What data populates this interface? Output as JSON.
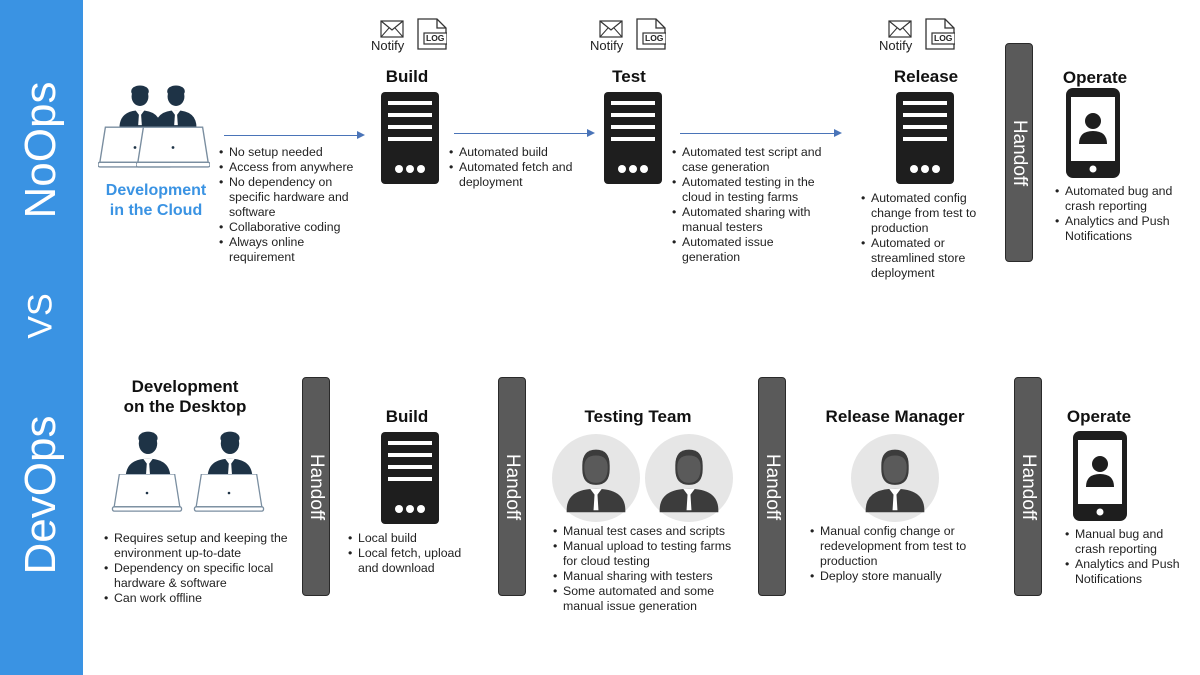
{
  "side_labels": {
    "top": "NoOps",
    "middle": "VS",
    "bottom": "DevOps"
  },
  "icons": {
    "notify_label": "Notify",
    "log_label": "LOG"
  },
  "noops": {
    "dev": {
      "title_line1": "Development",
      "title_line2": "in the Cloud",
      "bullets": [
        "No setup needed",
        "Access from anywhere",
        "No dependency on specific hardware and software",
        "Collaborative coding",
        "Always online requirement"
      ]
    },
    "build": {
      "title": "Build",
      "bullets": [
        "Automated build",
        "Automated fetch and deployment"
      ]
    },
    "test": {
      "title": "Test",
      "bullets": [
        "Automated test script and case generation",
        "Automated testing in the cloud in testing farms",
        "Automated sharing with manual testers",
        "Automated issue generation"
      ]
    },
    "release": {
      "title": "Release",
      "bullets": [
        "Automated config change from test to production",
        "Automated or streamlined store deployment"
      ]
    },
    "handoff": "Handoff",
    "operate": {
      "title": "Operate",
      "bullets": [
        "Automated bug and crash reporting",
        "Analytics and Push Notifications"
      ]
    }
  },
  "devops": {
    "dev": {
      "title_line1": "Development",
      "title_line2": "on the Desktop",
      "bullets": [
        "Requires setup and keeping the environment up-to-date",
        "Dependency on specific local hardware & software",
        "Can work offline"
      ]
    },
    "handoff": "Handoff",
    "build": {
      "title": "Build",
      "bullets": [
        "Local build",
        "Local fetch, upload and download"
      ]
    },
    "testing": {
      "title": "Testing Team",
      "bullets": [
        "Manual test cases and scripts",
        "Manual upload to testing farms for cloud testing",
        "Manual sharing with testers",
        "Some automated and some manual issue generation"
      ]
    },
    "release": {
      "title": "Release Manager",
      "bullets": [
        "Manual config change or redevelopment from test to production",
        "Deploy store manually"
      ]
    },
    "operate": {
      "title": "Operate",
      "bullets": [
        "Manual bug and crash reporting",
        "Analytics and Push Notifications"
      ]
    }
  },
  "colors": {
    "band": "#3a93e3",
    "dev_cloud_text": "#3a93e3",
    "arrow": "#4a74b8",
    "handoff_bg": "#5a5a5a",
    "icon_dark": "#1e1e1e",
    "person_dark": "#1e3346",
    "avatar_bg": "#e6e6e6"
  }
}
